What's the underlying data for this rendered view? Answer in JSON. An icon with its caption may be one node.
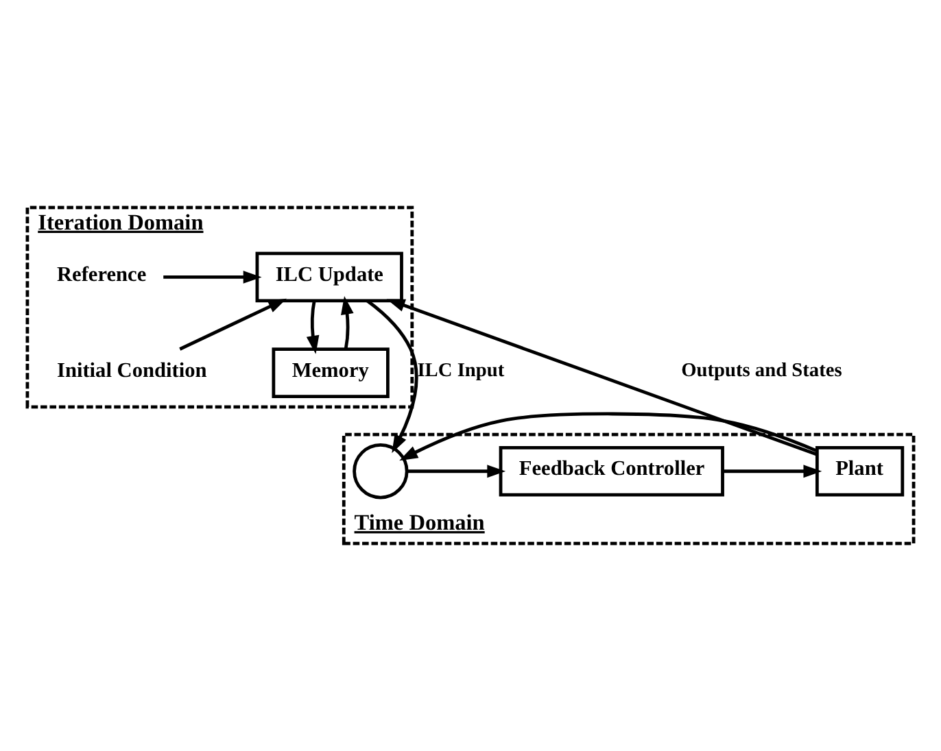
{
  "diagram": {
    "nodes": [
      {
        "text": [
          "Iteration Domain"
        ]
      },
      {
        "text": [
          "ILC Update"
        ],
        "in": 0
      },
      {
        "text": [
          "Memory"
        ],
        "in": 0
      },
      {
        "text": [
          "Reference"
        ],
        "in": 0
      },
      {
        "text": [
          "Initial Condition"
        ],
        "in": 0
      },
      {
        "text": [
          "Time Domain"
        ]
      },
      {
        "text": [],
        "shape": "circle",
        "in": 5
      },
      {
        "text": [
          "Feedback Controller"
        ],
        "in": 5
      },
      {
        "text": [
          "Plant"
        ],
        "in": 5
      }
    ],
    "edges": [
      {
        "from": 3,
        "to": 1,
        "arrow": "to"
      },
      {
        "from": 4,
        "to": 1,
        "arrow": "to"
      },
      {
        "from": 1,
        "to": 2,
        "arrow": "to"
      },
      {
        "from": 1,
        "to": 6,
        "arrow": "to",
        "label": "ILC Input"
      },
      {
        "from": 2,
        "to": 1,
        "arrow": "to"
      },
      {
        "from": 6,
        "to": 7,
        "arrow": "to"
      },
      {
        "from": 7,
        "to": 8,
        "arrow": "to"
      },
      {
        "from": 8,
        "to": 1,
        "arrow": "to",
        "label": "Outputs and States"
      },
      {
        "from": 8,
        "to": 6,
        "arrow": "to"
      }
    ]
  }
}
